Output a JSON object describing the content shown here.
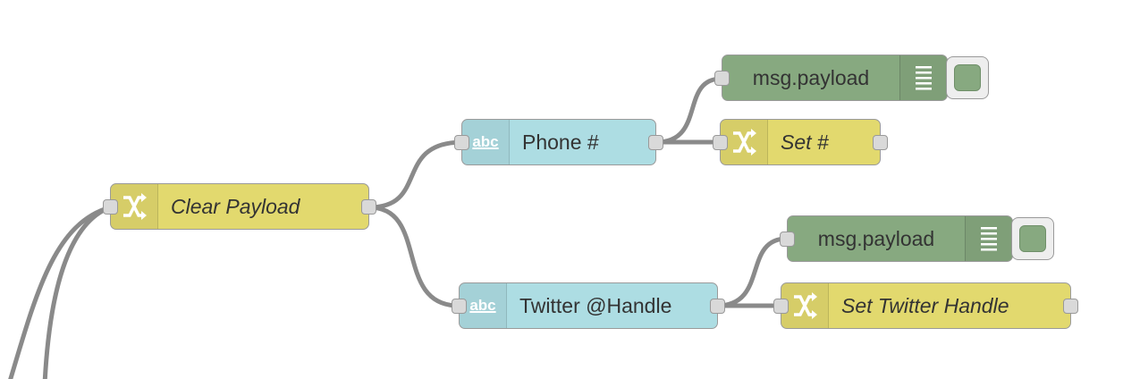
{
  "flow": {
    "nodes": {
      "clear_payload": {
        "label": "Clear Payload",
        "type": "change",
        "icon": "shuffle-icon"
      },
      "phone": {
        "label": "Phone #",
        "type": "template",
        "icon": "abc-icon",
        "icon_text": "abc"
      },
      "twitter": {
        "label": "Twitter @Handle",
        "type": "template",
        "icon": "abc-icon",
        "icon_text": "abc"
      },
      "debug_top": {
        "label": "msg.payload",
        "type": "debug",
        "icon": "list-icon"
      },
      "set_phone": {
        "label": "Set #",
        "type": "change",
        "icon": "shuffle-icon"
      },
      "debug_bottom": {
        "label": "msg.payload",
        "type": "debug",
        "icon": "list-icon"
      },
      "set_twitter": {
        "label": "Set Twitter Handle",
        "type": "change",
        "icon": "shuffle-icon"
      }
    },
    "colors": {
      "change": "#e2d96e",
      "template": "#addde3",
      "debug": "#87a980",
      "wire": "#8a8a8a"
    }
  }
}
